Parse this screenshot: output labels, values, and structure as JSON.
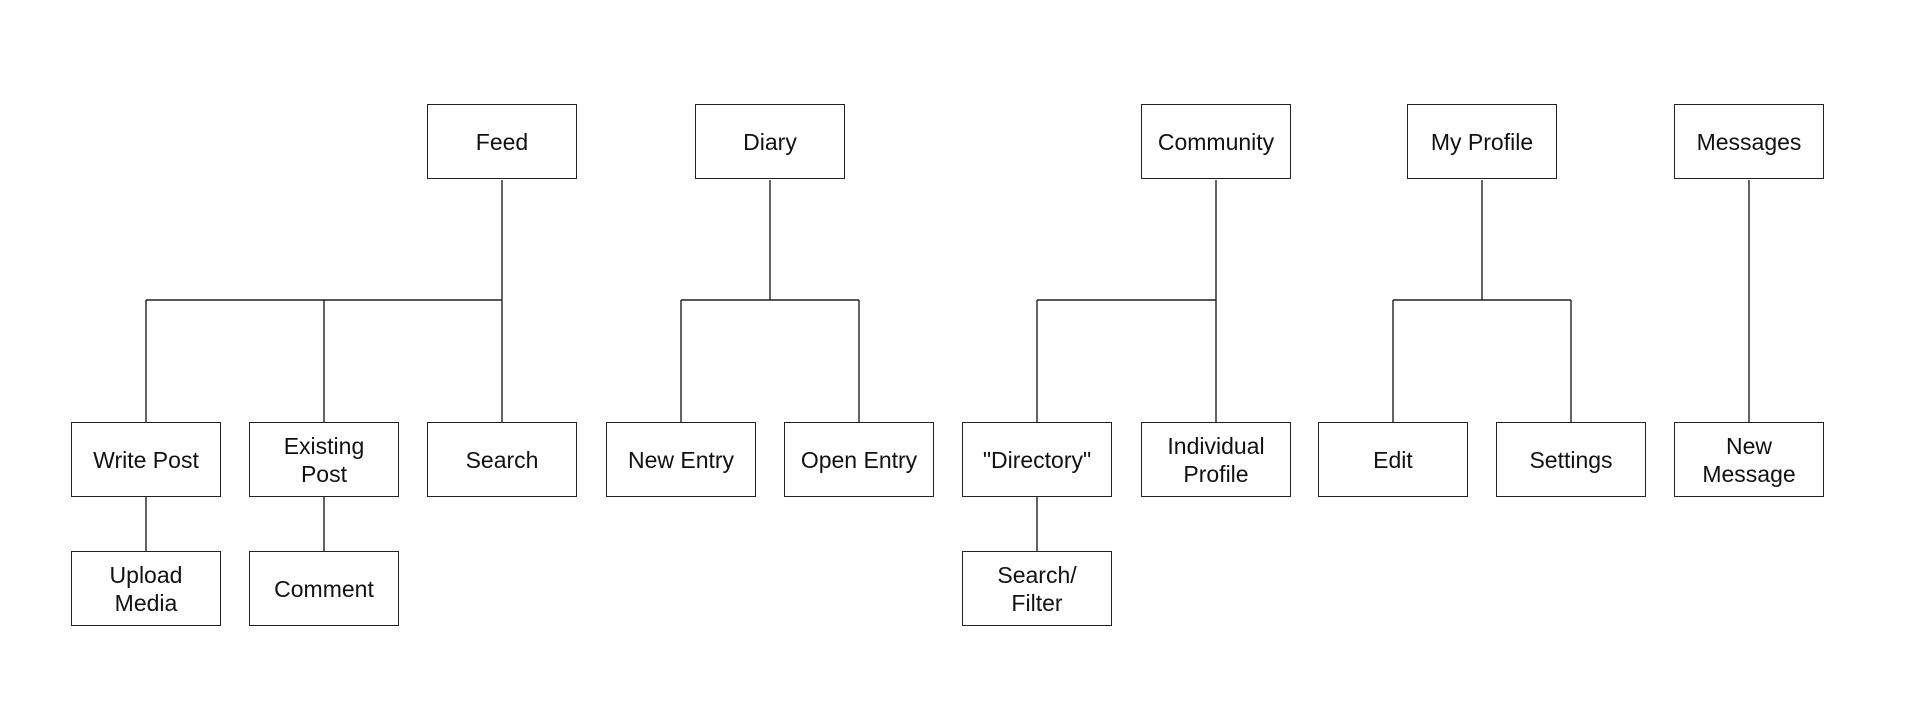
{
  "diagram": {
    "nodes": {
      "feed": "Feed",
      "diary": "Diary",
      "community": "Community",
      "my_profile": "My Profile",
      "messages": "Messages",
      "write_post": "Write Post",
      "existing_post": "Existing\nPost",
      "search": "Search",
      "new_entry": "New Entry",
      "open_entry": "Open Entry",
      "directory": "\"Directory\"",
      "individual_profile": "Individual\nProfile",
      "edit": "Edit",
      "settings": "Settings",
      "new_message": "New\nMessage",
      "upload_media": "Upload\nMedia",
      "comment": "Comment",
      "search_filter": "Search/\nFilter"
    },
    "edges": [
      [
        "feed",
        "write_post"
      ],
      [
        "feed",
        "existing_post"
      ],
      [
        "feed",
        "search"
      ],
      [
        "diary",
        "new_entry"
      ],
      [
        "diary",
        "open_entry"
      ],
      [
        "community",
        "directory"
      ],
      [
        "community",
        "individual_profile"
      ],
      [
        "my_profile",
        "edit"
      ],
      [
        "my_profile",
        "settings"
      ],
      [
        "messages",
        "new_message"
      ],
      [
        "write_post",
        "upload_media"
      ],
      [
        "existing_post",
        "comment"
      ],
      [
        "directory",
        "search_filter"
      ]
    ]
  }
}
